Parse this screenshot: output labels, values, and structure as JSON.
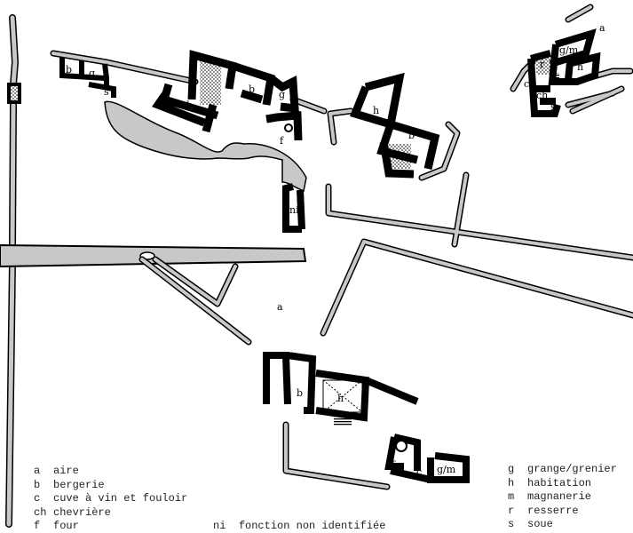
{
  "map": {
    "labels": [
      "b",
      "g",
      "s",
      "h",
      "b",
      "g",
      "f",
      "h",
      "b",
      "ni",
      "a",
      "g/m",
      "h",
      "r",
      "c",
      "ch",
      "s",
      "b",
      "h",
      "f",
      "c",
      "g/m",
      "a"
    ]
  },
  "legend_left": [
    {
      "key": "a",
      "text": "aire"
    },
    {
      "key": "b",
      "text": "bergerie"
    },
    {
      "key": "c",
      "text": "cuve à vin et fouloir"
    },
    {
      "key": "ch",
      "text": "chevrière"
    },
    {
      "key": "f",
      "text": "four"
    }
  ],
  "legend_center": {
    "key": "ni",
    "text": "fonction non identifiée"
  },
  "legend_right": [
    {
      "key": "g",
      "text": "grange/grenier"
    },
    {
      "key": "h",
      "text": "habitation"
    },
    {
      "key": "m",
      "text": "magnanerie"
    },
    {
      "key": "r",
      "text": "resserre"
    },
    {
      "key": "s",
      "text": "soue"
    }
  ],
  "colors": {
    "road": "#c8c8c8",
    "wall": "#000000",
    "pond": "#c8c8c8"
  }
}
